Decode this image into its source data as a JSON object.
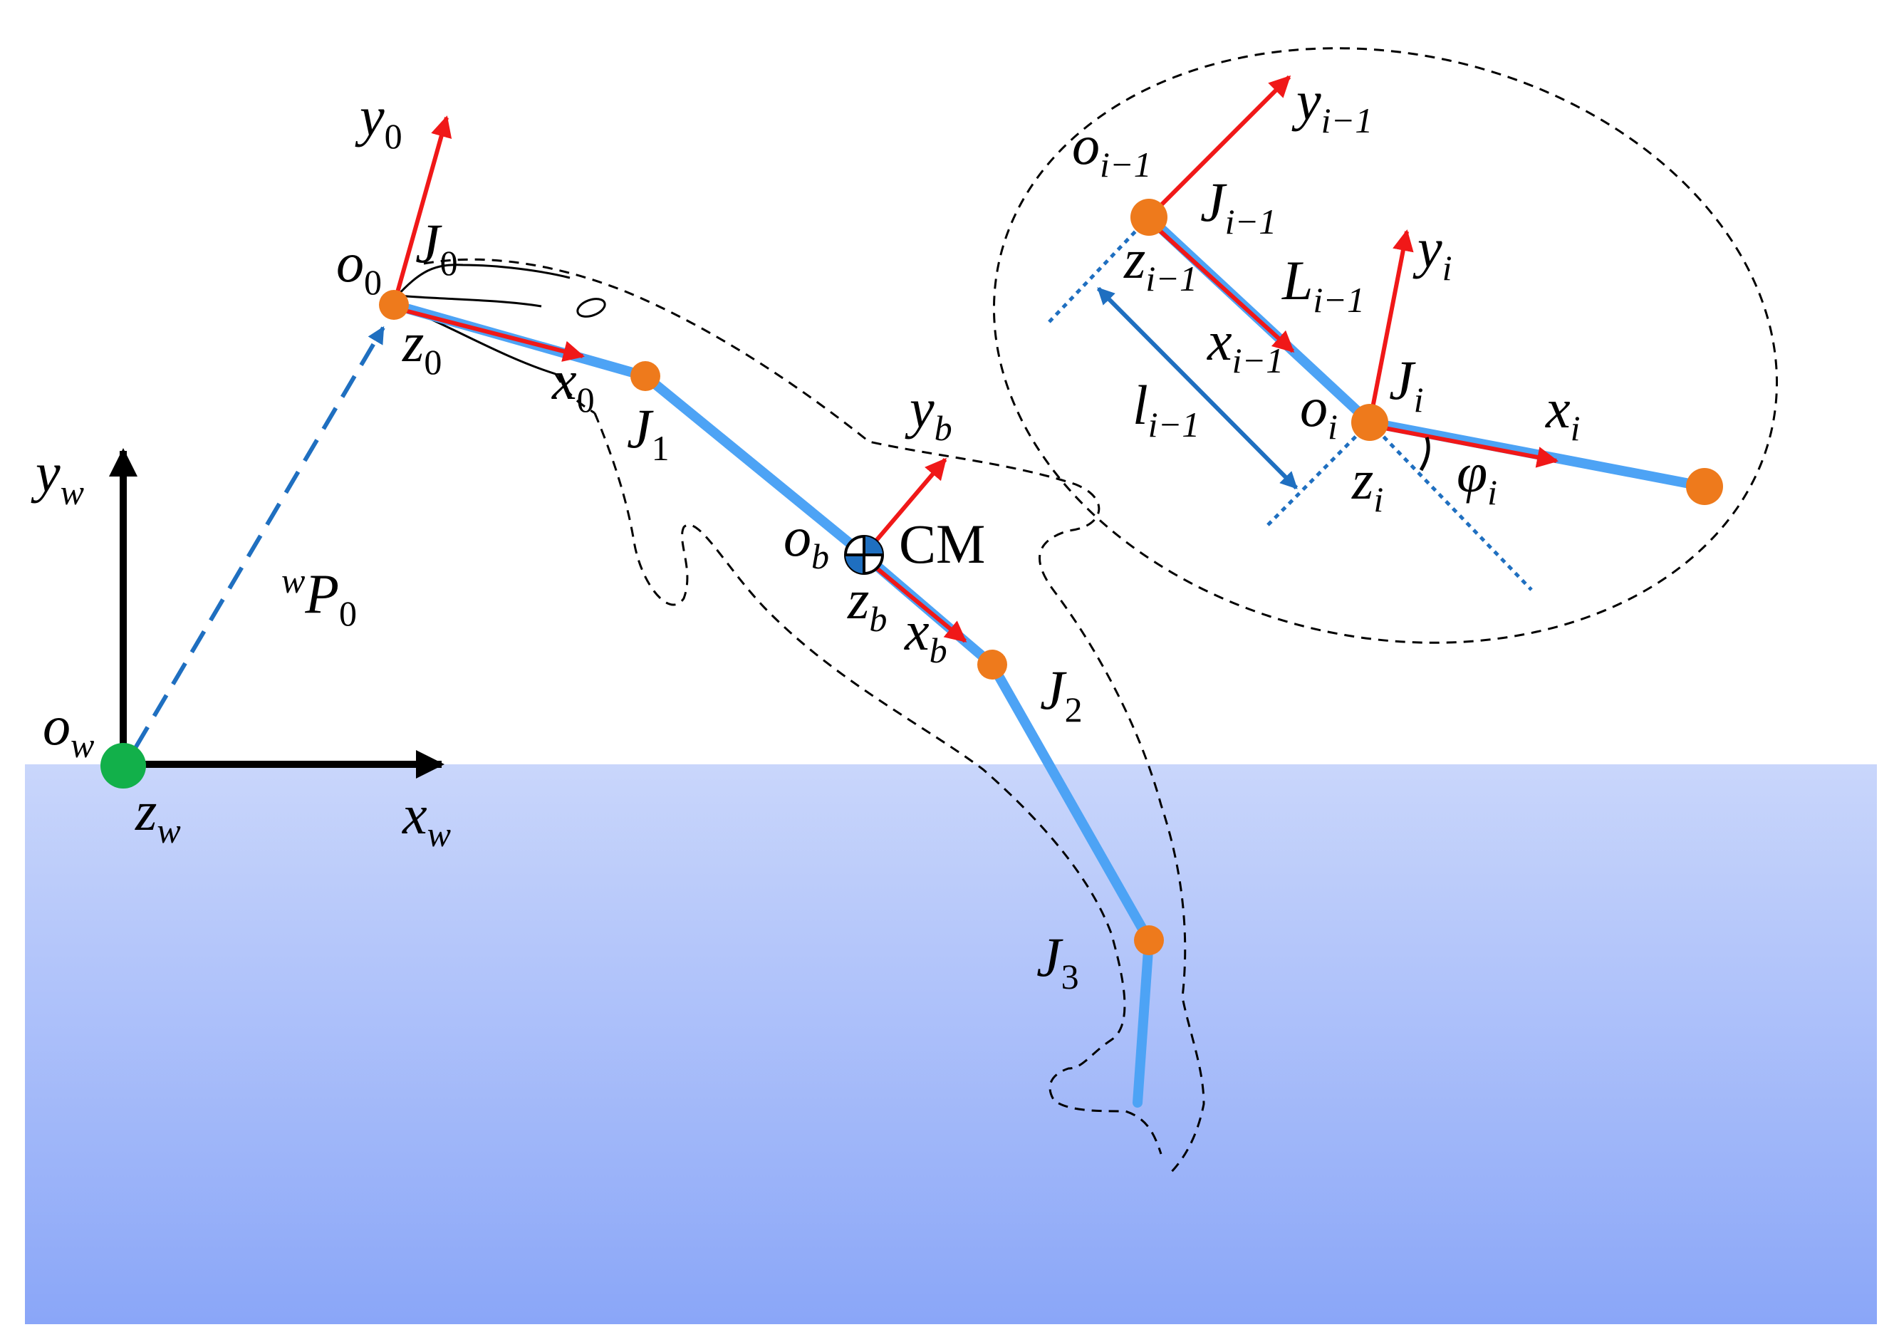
{
  "labels": {
    "world": {
      "y": "y",
      "y_sub": "w",
      "x": "x",
      "x_sub": "w",
      "o": "o",
      "o_sub": "w",
      "z": "z",
      "z_sub": "w"
    },
    "position": {
      "sup": "w",
      "P": "P",
      "sub": "0"
    },
    "frame0": {
      "y": "y",
      "y_sub": "0",
      "o": "o",
      "o_sub": "0",
      "J": "J",
      "J_sub": "0",
      "z": "z",
      "z_sub": "0",
      "x": "x",
      "x_sub": "0"
    },
    "joint1": {
      "J": "J",
      "J_sub": "1"
    },
    "body": {
      "y": "y",
      "y_sub": "b",
      "o": "o",
      "o_sub": "b",
      "cm": "CM",
      "z": "z",
      "z_sub": "b",
      "x": "x",
      "x_sub": "b"
    },
    "joint2": {
      "J": "J",
      "J_sub": "2"
    },
    "joint3": {
      "J": "J",
      "J_sub": "3"
    },
    "inset": {
      "o_prev": "o",
      "o_prev_sub": "i−1",
      "y_prev": "y",
      "y_prev_sub": "i−1",
      "J_prev": "J",
      "J_prev_sub": "i−1",
      "z_prev": "z",
      "z_prev_sub": "i−1",
      "L_prev": "L",
      "L_prev_sub": "i−1",
      "x_prev": "x",
      "x_prev_sub": "i−1",
      "l_prev": "l",
      "l_prev_sub": "i−1",
      "y_i": "y",
      "y_i_sub": "i",
      "J_i": "J",
      "J_i_sub": "i",
      "o_i": "o",
      "o_i_sub": "i",
      "x_i": "x",
      "x_i_sub": "i",
      "z_i": "z",
      "z_i_sub": "i",
      "phi": "φ",
      "phi_sub": "i"
    }
  },
  "colors": {
    "water_top": "#c9d6fb",
    "water_bottom": "#8aa6f8",
    "link": "#4da3f5",
    "joint": "#ee7a1c",
    "origin": "#12b04a",
    "axis_red": "#f01818",
    "vector_blue": "#1f6fc0",
    "axis_black": "#000000"
  }
}
